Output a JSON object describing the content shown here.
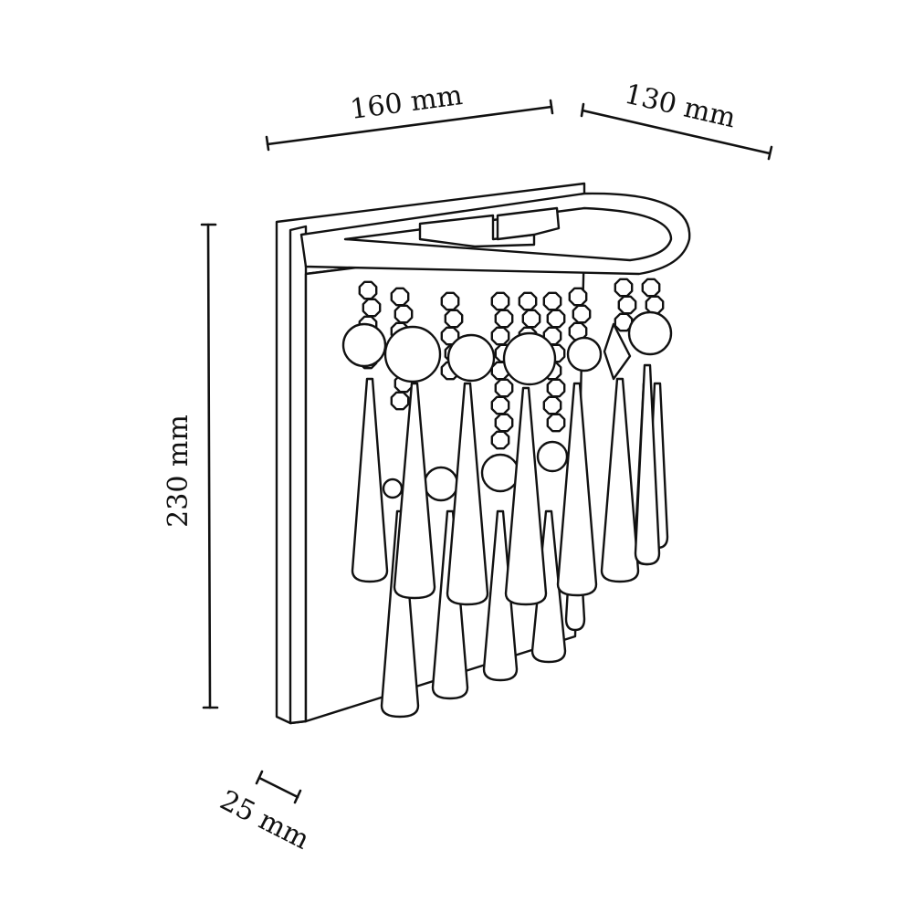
{
  "dimensions": {
    "width": "160 mm",
    "depth": "130 mm",
    "height": "230 mm",
    "plate_thickness": "25 mm"
  }
}
